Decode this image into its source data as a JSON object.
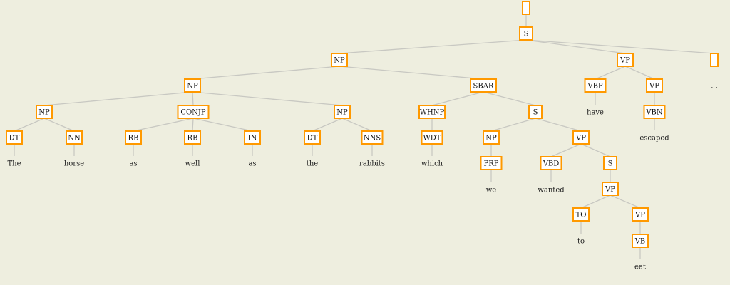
{
  "colors": {
    "background": "#eeeedf",
    "node_border": "#ff9900",
    "node_fill": "#ffffff",
    "edge": "#c8c8c2"
  },
  "tree": {
    "root": {
      "id": "root",
      "label": "",
      "children": [
        "S1"
      ]
    },
    "nodes": [
      {
        "id": "S1",
        "label": "S",
        "children": [
          "NP1",
          "VP1",
          "PUNC"
        ]
      },
      {
        "id": "NP1",
        "label": "NP",
        "children": [
          "NP2",
          "SBAR"
        ]
      },
      {
        "id": "NP2",
        "label": "NP",
        "children": [
          "NP3",
          "CONJP",
          "NP4"
        ]
      },
      {
        "id": "NP3",
        "label": "NP",
        "children": [
          "DT1",
          "NN1"
        ]
      },
      {
        "id": "DT1",
        "label": "DT",
        "word": "The"
      },
      {
        "id": "NN1",
        "label": "NN",
        "word": "horse"
      },
      {
        "id": "CONJP",
        "label": "CONJP",
        "children": [
          "RB1",
          "RB2",
          "IN1"
        ]
      },
      {
        "id": "RB1",
        "label": "RB",
        "word": "as"
      },
      {
        "id": "RB2",
        "label": "RB",
        "word": "well"
      },
      {
        "id": "IN1",
        "label": "IN",
        "word": "as"
      },
      {
        "id": "NP4",
        "label": "NP",
        "children": [
          "DT2",
          "NNS1"
        ]
      },
      {
        "id": "DT2",
        "label": "DT",
        "word": "the"
      },
      {
        "id": "NNS1",
        "label": "NNS",
        "word": "rabbits"
      },
      {
        "id": "SBAR",
        "label": "SBAR",
        "children": [
          "WHNP",
          "S2"
        ]
      },
      {
        "id": "WHNP",
        "label": "WHNP",
        "children": [
          "WDT"
        ]
      },
      {
        "id": "WDT",
        "label": "WDT",
        "word": "which"
      },
      {
        "id": "S2",
        "label": "S",
        "children": [
          "NP5",
          "VP2"
        ]
      },
      {
        "id": "NP5",
        "label": "NP",
        "children": [
          "PRP"
        ]
      },
      {
        "id": "PRP",
        "label": "PRP",
        "word": "we"
      },
      {
        "id": "VP2",
        "label": "VP",
        "children": [
          "VBD",
          "S3"
        ]
      },
      {
        "id": "VBD",
        "label": "VBD",
        "word": "wanted"
      },
      {
        "id": "S3",
        "label": "S",
        "children": [
          "VP3"
        ]
      },
      {
        "id": "VP3",
        "label": "VP",
        "children": [
          "TO",
          "VP4"
        ]
      },
      {
        "id": "TO",
        "label": "TO",
        "word": "to"
      },
      {
        "id": "VP4",
        "label": "VP",
        "children": [
          "VB"
        ]
      },
      {
        "id": "VB",
        "label": "VB",
        "word": "eat"
      },
      {
        "id": "VP1",
        "label": "VP",
        "children": [
          "VBP",
          "VP5"
        ]
      },
      {
        "id": "VBP",
        "label": "VBP",
        "word": "have"
      },
      {
        "id": "VP5",
        "label": "VP",
        "children": [
          "VBN"
        ]
      },
      {
        "id": "VBN",
        "label": "VBN",
        "word": "escaped"
      },
      {
        "id": "PUNC",
        "label": "",
        "word": ". ."
      }
    ]
  }
}
